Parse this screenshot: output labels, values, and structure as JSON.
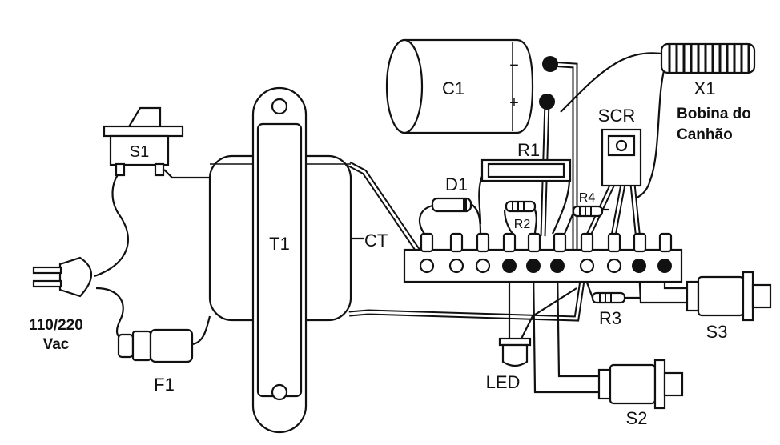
{
  "labels": {
    "c1": "C1",
    "c1_minus": "−",
    "c1_plus": "+",
    "x1": "X1",
    "x1_desc_line1": "Bobina do",
    "x1_desc_line2": "Canhão",
    "scr": "SCR",
    "r1": "R1",
    "d1": "D1",
    "r4": "R4",
    "r2": "R2",
    "r3": "R3",
    "s1": "S1",
    "t1": "T1",
    "ct": "CT",
    "f1": "F1",
    "voltage_line1": "110/220",
    "voltage_line2": "Vac",
    "led": "LED",
    "s2": "S2",
    "s3": "S3"
  }
}
